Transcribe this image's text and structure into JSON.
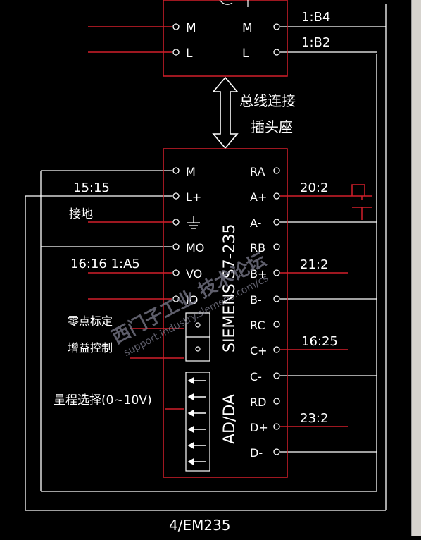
{
  "colors": {
    "red": "#d21f2a",
    "white": "#ffffff",
    "background": "#000000",
    "watermark": "#7e7e8f"
  },
  "top_module": {
    "left_terminals": [
      "M",
      "L"
    ],
    "right_terminals": [
      "M",
      "L"
    ],
    "right_refs": [
      "1:B4",
      "1:B2"
    ]
  },
  "bus_label": {
    "line1": "总线连接",
    "line2": "插头座"
  },
  "module": {
    "name": "SIEMENS S7-235",
    "subtitle": "AD/DA",
    "left_terminals": [
      "M",
      "L+",
      "⏚",
      "MO",
      "VO",
      "IO"
    ],
    "left_refs": {
      "l_plus": "15:15",
      "ground": "接地",
      "vo": "16:16  1:A5"
    },
    "pot_labels": [
      "零点标定",
      "增益控制"
    ],
    "dip_label": "量程选择(0~10V)",
    "right_terminals": [
      "RA",
      "A+",
      "A-",
      "RB",
      "B+",
      "B-",
      "RC",
      "C+",
      "C-",
      "RD",
      "D+",
      "D-"
    ],
    "right_refs": {
      "a": "20:2",
      "b": "21:2",
      "c": "16:25",
      "d": "23:2"
    }
  },
  "footer_label": "4/EM235",
  "watermark": {
    "line1": "西门子工业 技术论坛",
    "line2": "support.industry.siemens.com/cs"
  }
}
